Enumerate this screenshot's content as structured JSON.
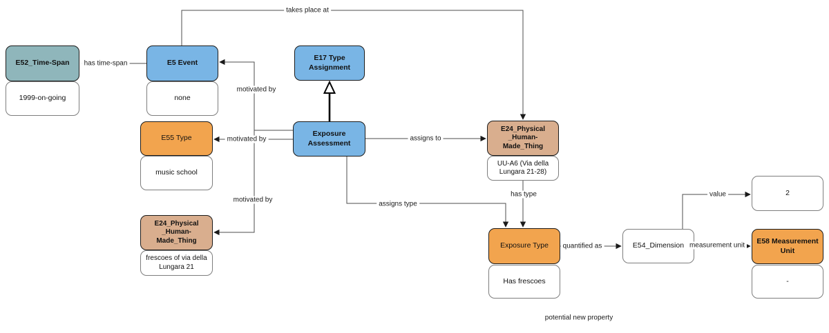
{
  "colors": {
    "teal": "#8FB6BB",
    "blue": "#79B5E5",
    "orange": "#F2A44E",
    "tan": "#D9AE8E",
    "edge": "#4D4D4D",
    "background": "#FFFFFF"
  },
  "nodes": {
    "e52_time_span": "E52_Time-Span",
    "time_span_value": "1999-on-going",
    "e5_event": "E5 Event",
    "e5_value": "none",
    "e17_type_assignment": "E17 Type\nAssignment",
    "e55_type": "E55 Type",
    "e55_value": "music school",
    "exposure_assessment": "Exposure\nAssessment",
    "e24_physical_right": "E24_Physical\n_Human-Made_Thing",
    "e24_right_value": "UU-A6 (Via della\nLungara 21-28)",
    "e24_physical_left": "E24_Physical\n_Human-Made_Thing",
    "e24_left_value": "frescoes of via della\nLungara 21",
    "exposure_type": "Exposure Type",
    "exposure_type_value": "Has frescoes",
    "e54_dimension": "E54_Dimension",
    "dimension_value": "2",
    "e58_measurement_unit": "E58 Measurement\nUnit",
    "e58_value": "-"
  },
  "edge_labels": {
    "takes_place_at": "takes place at",
    "has_time_span": "has time-span",
    "motivated_by_e5": "motivated by",
    "motivated_by_e55": "motivated by",
    "motivated_by_e24": "motivated by",
    "assigns_to": "assigns to",
    "assigns_type": "assigns type",
    "has_type": "has type",
    "quantified_as": "quantified as",
    "value": "value",
    "measurement_unit": "measurement unit"
  },
  "note": "potential new property"
}
